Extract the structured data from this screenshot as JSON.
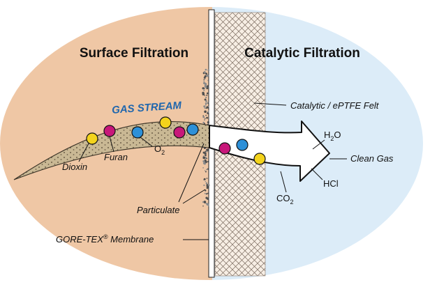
{
  "titles": {
    "left": "Surface Filtration",
    "right": "Catalytic Filtration"
  },
  "labels": {
    "gas_stream": "GAS STREAM",
    "felt": "Catalytic / ePTFE Felt",
    "dioxin": "Dioxin",
    "furan": "Furan",
    "oxygen": "O",
    "oxygen_sub": "2",
    "particulate": "Particulate",
    "membrane": "GORE-TEX",
    "membrane_reg": "®",
    "membrane_suffix": " Membrane",
    "clean_gas": "Clean Gas",
    "water_h": "H",
    "water_sub": "2",
    "water_o": "O",
    "hcl": "HCl",
    "co2": "CO",
    "co2_sub": "2"
  },
  "colors": {
    "left_background": "#efc7a5",
    "right_background": "#dcecf8",
    "dioxin": "#f3d31c",
    "furan": "#c8177a",
    "oxygen": "#2d90d8",
    "gas_stream_text": "#1f66ad"
  }
}
